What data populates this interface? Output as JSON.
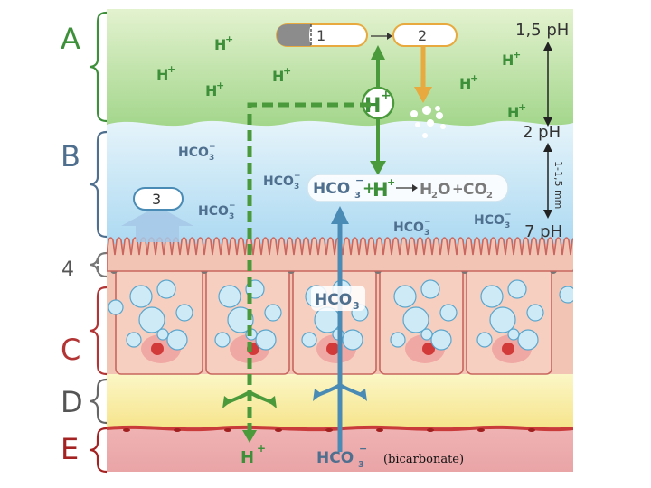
{
  "layers": {
    "a": "A",
    "b": "B",
    "c": "C",
    "d": "D",
    "e": "E",
    "four": "4"
  },
  "ph": {
    "top": "1,5 pH",
    "mid": "2 pH",
    "bottom": "7 pH",
    "thickness": "1-1,5 mm"
  },
  "labels": {
    "box1": "1",
    "box2": "2",
    "box3": "3",
    "h": "H",
    "plus": "+",
    "minus": "−",
    "hco": "HCO",
    "sub3": "3",
    "h2o": "H",
    "sub2": "2",
    "o": "O",
    "co": "CO",
    "caption": "(bicarbonate)"
  },
  "colors": {
    "green": "#4a9a3c",
    "blue": "#4a8bb5",
    "orange": "#e8a93e",
    "acid": "#a8d88a",
    "mucus": "#bfe2f5",
    "cells": "#f6c8b8",
    "submucosa": "#fbf0a8",
    "vessel": "#e8a0a4"
  }
}
